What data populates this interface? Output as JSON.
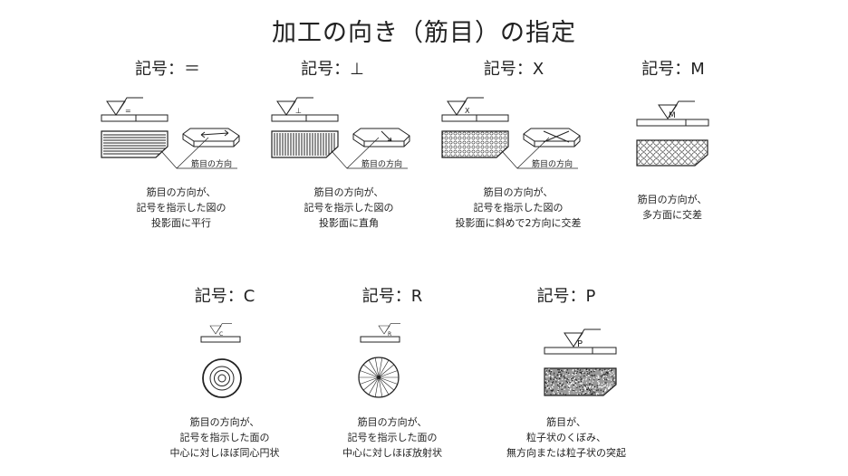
{
  "title": "加工の向き（筋目）の指定",
  "grain_label": "筋目の方向",
  "items": [
    {
      "heading": "記号：＝",
      "symbol": "=",
      "caption": "筋目の方向が、\n記号を指示した図の\n投影面に平行"
    },
    {
      "heading": "記号：⊥",
      "symbol": "⊥",
      "caption": "筋目の方向が、\n記号を指示した図の\n投影面に直角"
    },
    {
      "heading": "記号：X",
      "symbol": "X",
      "caption": "筋目の方向が、\n記号を指示した図の\n投影面に斜めで2方向に交差"
    },
    {
      "heading": "記号：M",
      "symbol": "M",
      "caption": "筋目の方向が、\n多方面に交差"
    },
    {
      "heading": "記号：C",
      "symbol": "C",
      "caption": "筋目の方向が、\n記号を指示した面の\n中心に対しほぼ同心円状"
    },
    {
      "heading": "記号：R",
      "symbol": "R",
      "caption": "筋目の方向が、\n記号を指示した面の\n中心に対しほぼ放射状"
    },
    {
      "heading": "記号：P",
      "symbol": "P",
      "caption": "筋目が、\n粒子状のくぼみ、\n無方向または粒子状の突起"
    }
  ]
}
